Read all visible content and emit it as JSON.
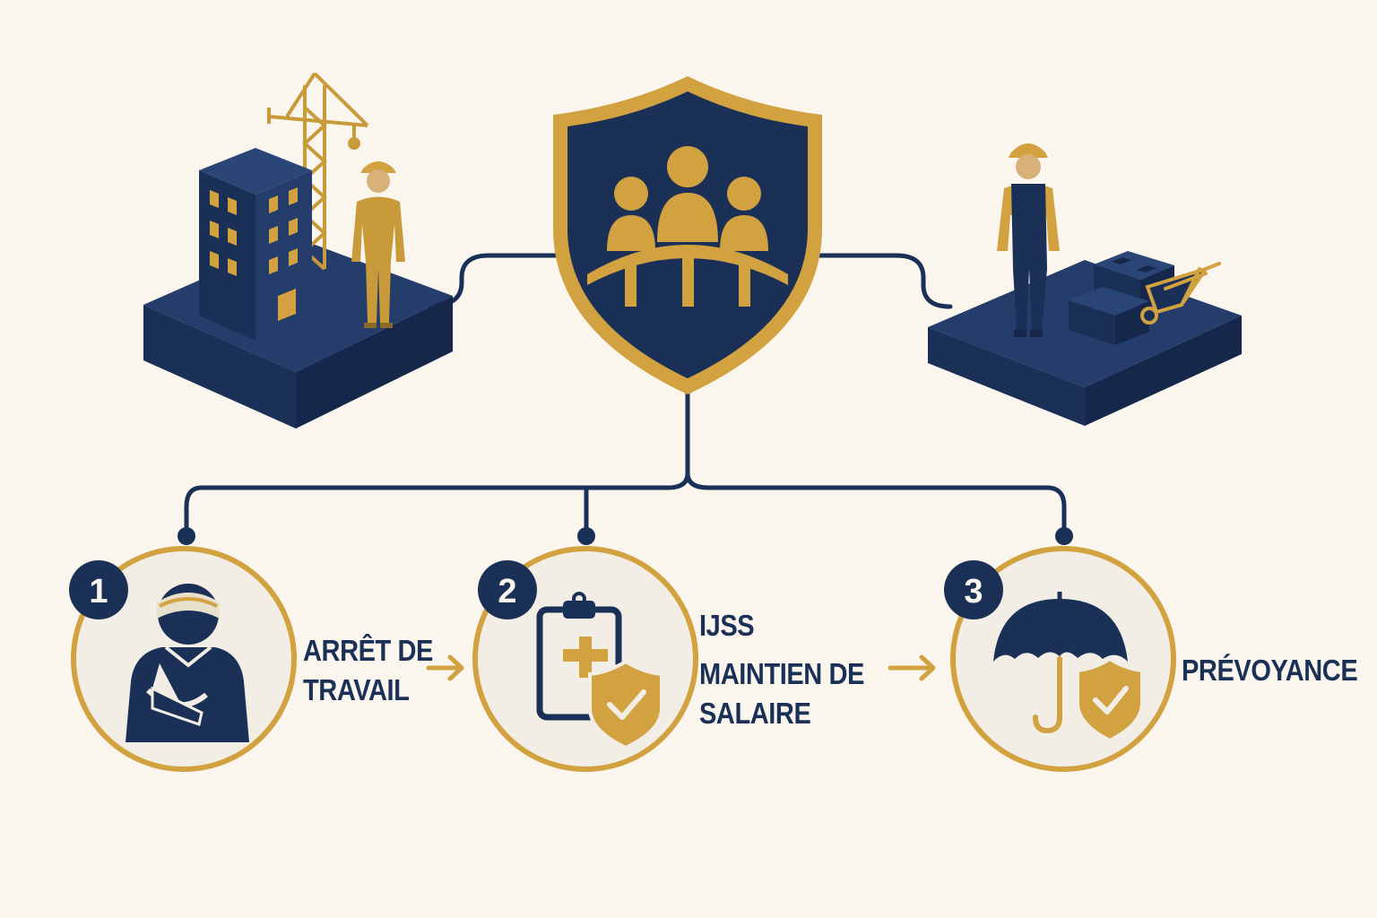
{
  "colors": {
    "navy": "#1b3057",
    "gold": "#d2a140",
    "background": "#faf6ee",
    "circle_fill": "#f2eee6"
  },
  "hub": {
    "icon": "shield-group-icon"
  },
  "scenes": [
    {
      "name": "building-site",
      "icons": [
        "building-icon",
        "crane-icon",
        "construction-worker-icon"
      ]
    },
    {
      "name": "worker-site",
      "icons": [
        "worker-overalls-icon",
        "cinder-blocks-icon",
        "wheelbarrow-icon"
      ]
    }
  ],
  "steps": [
    {
      "number": "1",
      "icon": "injured-person-icon",
      "lines": [
        "ARRÊT DE",
        "TRAVAIL"
      ]
    },
    {
      "number": "2",
      "icon": "medical-clipboard-shield-icon",
      "lines": [
        "IJSS",
        "MAINTIEN DE",
        "SALAIRE"
      ]
    },
    {
      "number": "3",
      "icon": "umbrella-shield-icon",
      "lines": [
        "PRÉVOYANCE"
      ]
    }
  ]
}
